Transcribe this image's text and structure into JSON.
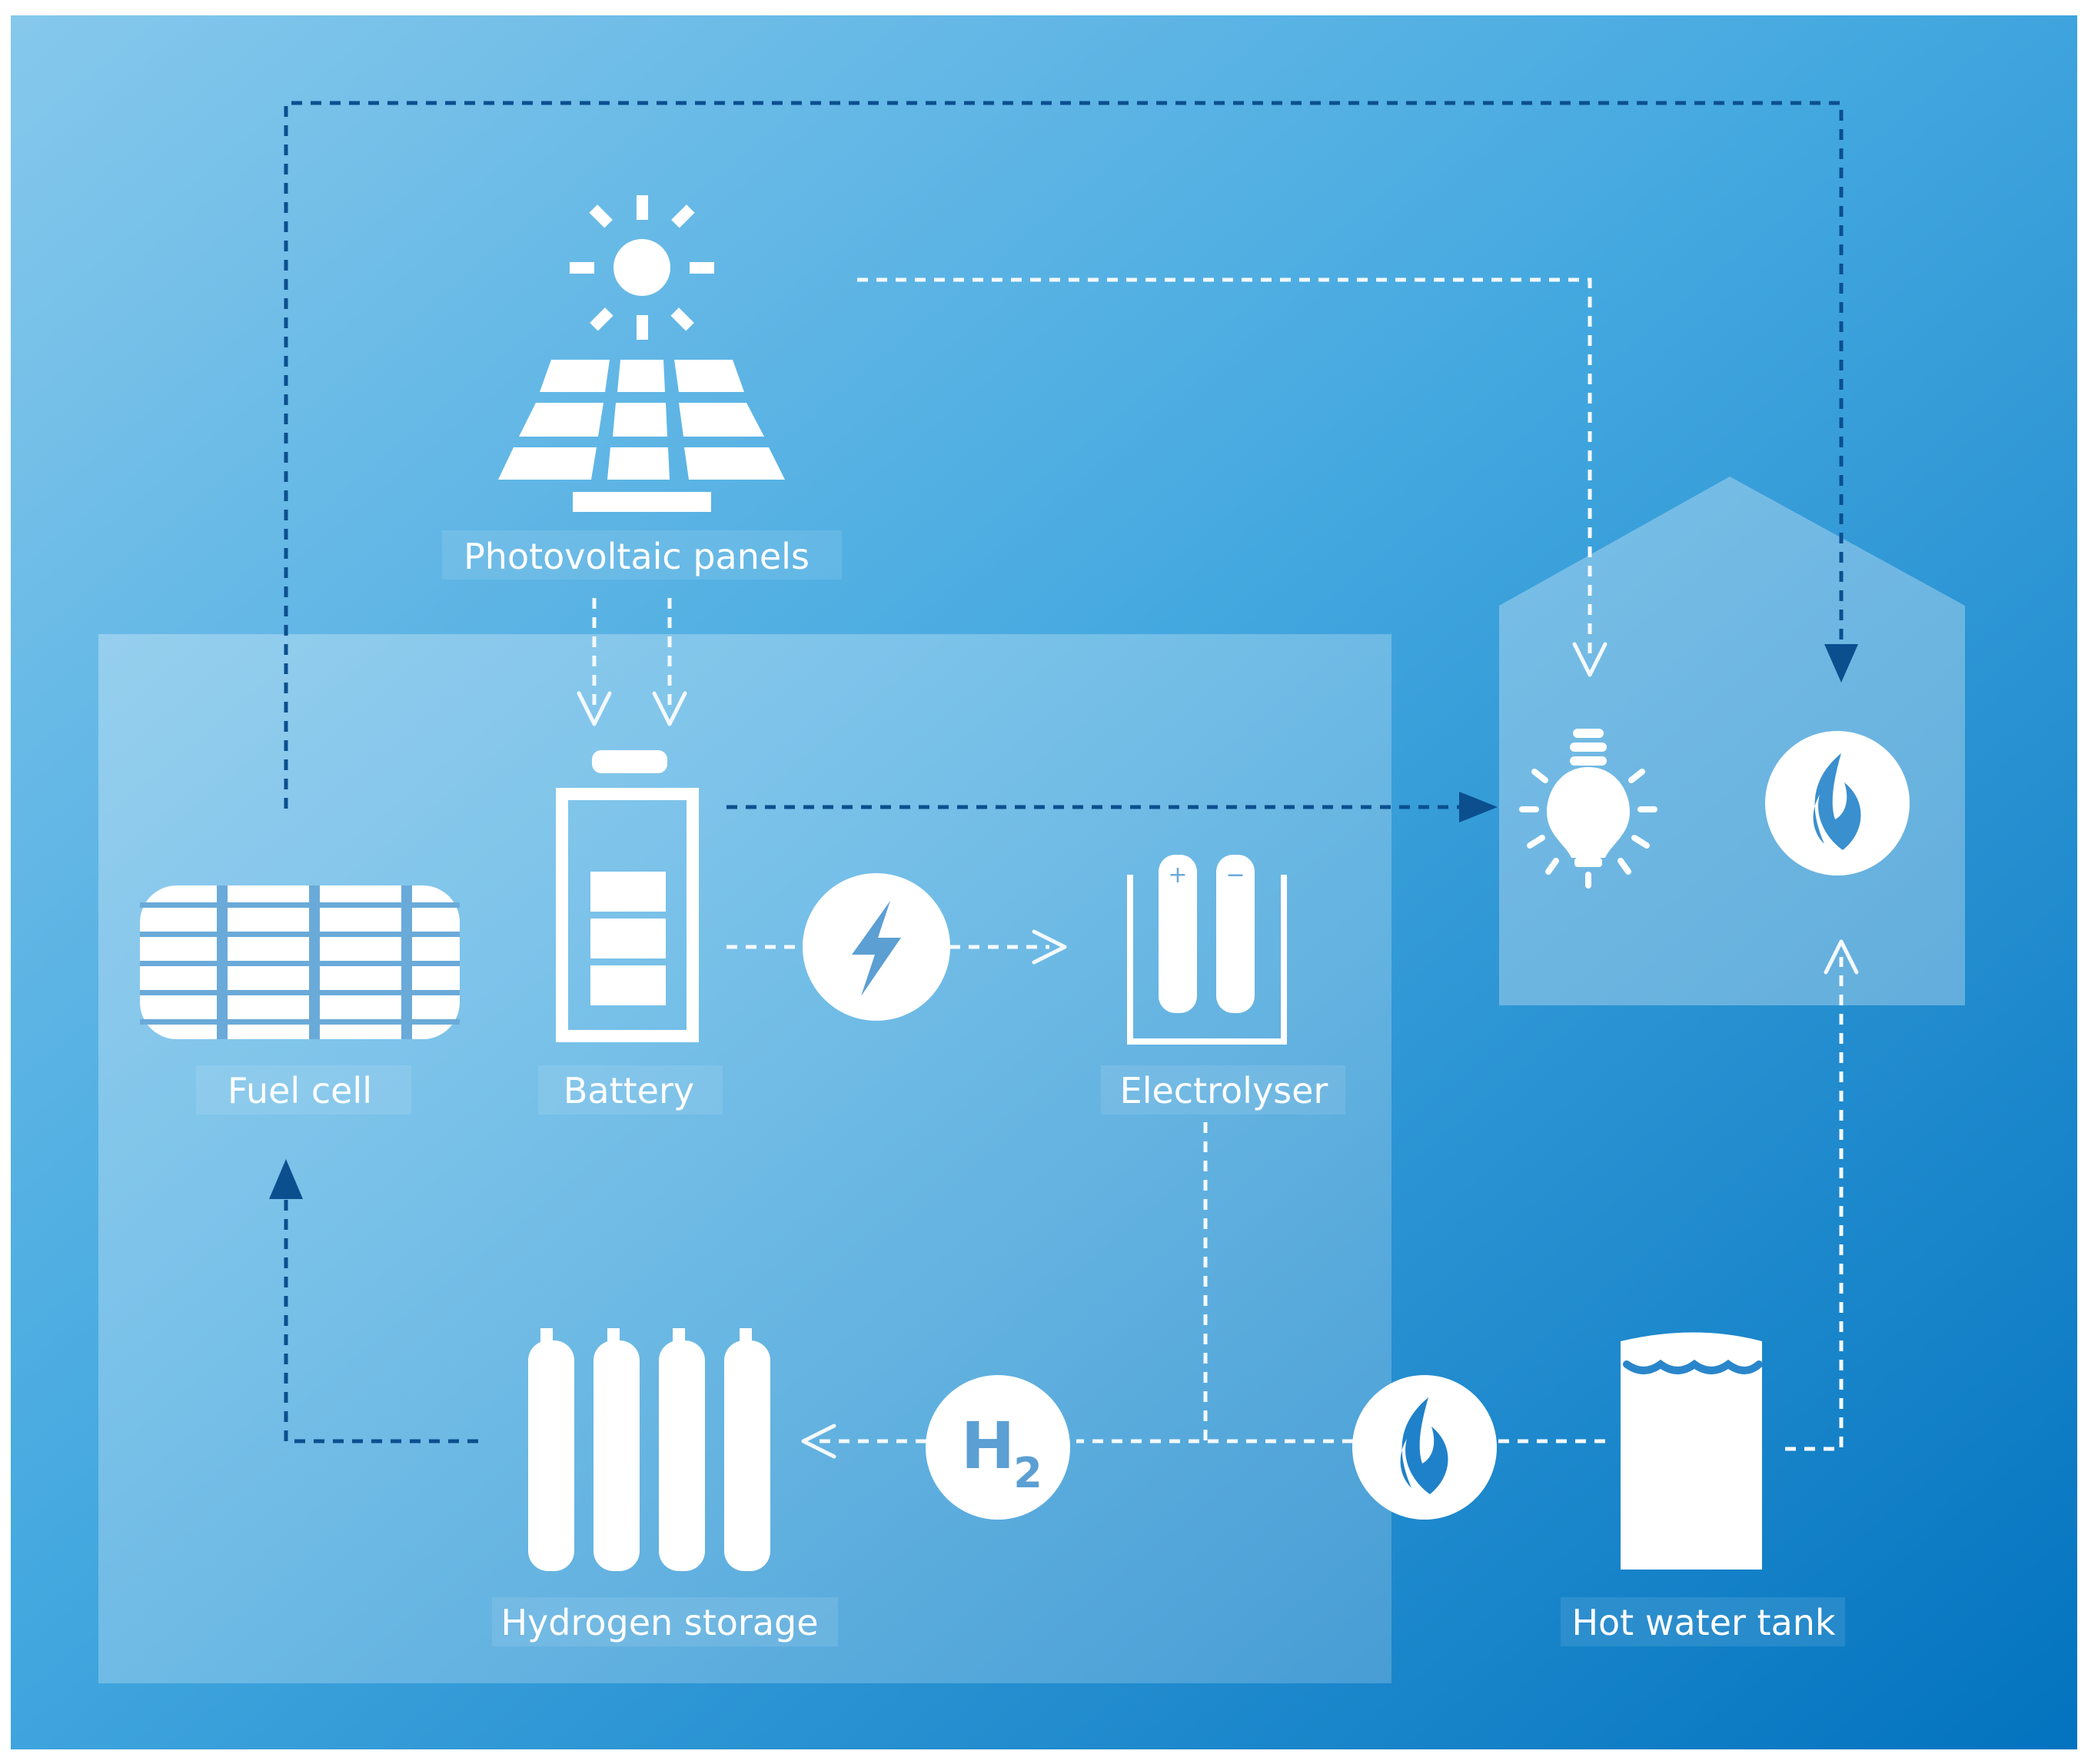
{
  "labels": {
    "photovoltaic": "Photovoltaic panels",
    "fuel_cell": "Fuel cell",
    "battery": "Battery",
    "electrolyser": "Electrolyser",
    "hydrogen_storage": "Hydrogen storage",
    "hot_water_tank": "Hot water tank"
  },
  "badges": {
    "hydrogen_symbol": "H",
    "hydrogen_subscript": "2",
    "electrolyser_plus": "+",
    "electrolyser_minus": "−"
  },
  "icons": [
    "sun-icon",
    "solar-panel-icon",
    "fuel-cell-icon",
    "battery-icon",
    "lightning-icon",
    "electrolyser-icon",
    "hydrogen-tanks-icon",
    "h2-icon",
    "flame-icon",
    "hot-water-tank-icon",
    "house-icon",
    "light-bulb-icon"
  ],
  "colors": {
    "background_top": "#6fbde8",
    "background_bottom": "#0577c2",
    "electric_flow": "#f4f9fd",
    "heat_flow": "#0b4f8f",
    "icon": "#ffffff"
  }
}
